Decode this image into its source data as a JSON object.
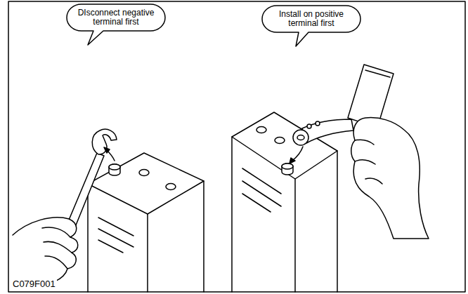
{
  "diagram": {
    "nodes": [
      {
        "text": [
          "DIsconnect negative terminal first"
        ]
      },
      {
        "text": [
          "Install on positive terminal first"
        ]
      }
    ],
    "labels": [
      "C079F001"
    ]
  }
}
